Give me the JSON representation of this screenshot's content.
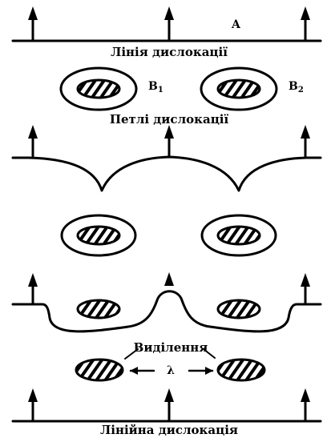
{
  "labels": {
    "a_top": "A",
    "dislocation_line": "Лінія дислокації",
    "b1_main": "B",
    "b1_sub": "1",
    "b2_main": "B",
    "b2_sub": "2",
    "dislocation_loops": "Петлі дислокації",
    "precipitates": "Виділення",
    "lambda": "λ",
    "linear_dislocation": "Лінійна дислокація"
  }
}
